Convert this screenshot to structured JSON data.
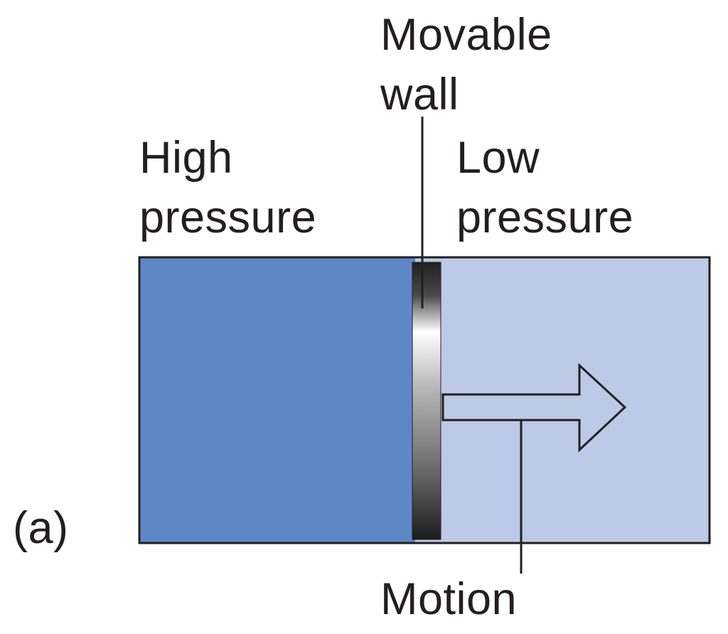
{
  "labels": {
    "movable_wall_line1": "Movable",
    "movable_wall_line2": "wall",
    "high_pressure_line1": "High",
    "high_pressure_line2": "pressure",
    "low_pressure_line1": "Low",
    "low_pressure_line2": "pressure",
    "motion": "Motion",
    "panel_marker": "(a)"
  },
  "colors": {
    "high_pressure_fill": "#5d87c6",
    "low_pressure_fill": "#bccae8",
    "outline": "#231f20",
    "text": "#231f20"
  }
}
